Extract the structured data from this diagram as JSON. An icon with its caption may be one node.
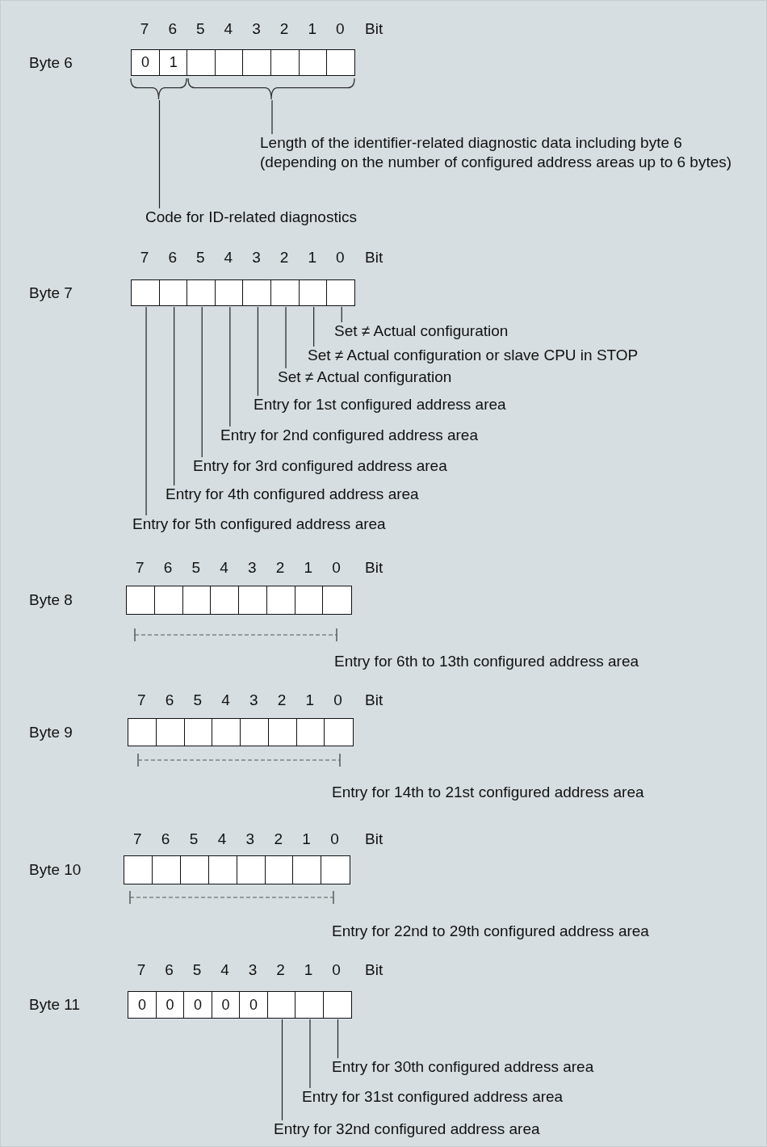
{
  "diagram": {
    "nodes": [
      {
        "text": [
          "0"
        ]
      },
      {
        "text": [
          "1"
        ]
      },
      {
        "text": [],
        "shape": "box"
      },
      {
        "text": [],
        "shape": "box"
      },
      {
        "text": [],
        "shape": "box"
      },
      {
        "text": [],
        "shape": "box"
      },
      {
        "text": [],
        "shape": "box"
      },
      {
        "text": [],
        "shape": "box"
      },
      {
        "text": [],
        "shape": "brace"
      },
      {
        "text": [],
        "shape": "brace"
      },
      {
        "text": [
          "Length of the identifier-related diagnostic data including byte 6 (depending on the number of configured address areas up to 6 bytes)"
        ]
      },
      {
        "text": [
          "Code for ID-related diagnostics"
        ]
      },
      {
        "text": [],
        "shape": "box"
      },
      {
        "text": [],
        "shape": "box"
      },
      {
        "text": [],
        "shape": "box"
      },
      {
        "text": [],
        "shape": "box"
      },
      {
        "text": [],
        "shape": "box"
      },
      {
        "text": [],
        "shape": "box"
      },
      {
        "text": [],
        "shape": "box"
      },
      {
        "text": [],
        "shape": "box"
      },
      {
        "text": [
          "Set ≠ Actual configuration"
        ]
      },
      {
        "text": [
          "Set ≠ Actual configuration or slave CPU in STOP"
        ]
      },
      {
        "text": [
          "Set ≠ Actual configuration"
        ]
      },
      {
        "text": [
          "Entry for 1st configured address area"
        ]
      },
      {
        "text": [
          "Entry for 2nd configured address area"
        ]
      },
      {
        "text": [
          "Entry for 3rd configured address area"
        ]
      },
      {
        "text": [
          "Entry for 4th configured address area"
        ]
      },
      {
        "text": [
          "Entry for 5th configured address area"
        ]
      },
      {
        "text": [],
        "shape": "box"
      },
      {
        "text": [],
        "shape": "box"
      },
      {
        "text": [],
        "shape": "box"
      },
      {
        "text": [],
        "shape": "box"
      },
      {
        "text": [],
        "shape": "box"
      },
      {
        "text": [],
        "shape": "box"
      },
      {
        "text": [],
        "shape": "box"
      },
      {
        "text": [],
        "shape": "box"
      },
      {
        "text": [],
        "shape": "box"
      },
      {
        "text": [],
        "shape": "box"
      },
      {
        "text": [],
        "shape": "box"
      },
      {
        "text": [],
        "shape": "box"
      },
      {
        "text": [],
        "shape": "box"
      },
      {
        "text": [],
        "shape": "box"
      },
      {
        "text": [],
        "shape": "box"
      },
      {
        "text": [],
        "shape": "box"
      },
      {
        "text": [],
        "shape": "box"
      },
      {
        "text": [],
        "shape": "box"
      },
      {
        "text": [],
        "shape": "box"
      },
      {
        "text": [],
        "shape": "box"
      },
      {
        "text": [],
        "shape": "box"
      },
      {
        "text": [],
        "shape": "box"
      },
      {
        "text": [],
        "shape": "box"
      },
      {
        "text": [],
        "shape": "box"
      },
      {
        "text": [
          "0"
        ]
      },
      {
        "text": [
          "0"
        ]
      },
      {
        "text": [
          "0"
        ]
      },
      {
        "text": [
          "0"
        ]
      },
      {
        "text": [
          "0"
        ]
      },
      {
        "text": [],
        "shape": "box"
      },
      {
        "text": [],
        "shape": "box"
      },
      {
        "text": [],
        "shape": "box"
      },
      {
        "text": [
          "Entry for 30th configured address area"
        ]
      },
      {
        "text": [
          "Entry for 31st configured address area"
        ]
      },
      {
        "text": [
          "Entry for 32nd configured address area"
        ]
      }
    ],
    "edges": [
      {
        "from": 10,
        "to": 9,
        "arrow": "none"
      },
      {
        "from": 11,
        "to": 8,
        "arrow": "none"
      },
      {
        "from": 20,
        "to": 19,
        "arrow": "none"
      },
      {
        "from": 21,
        "to": 18,
        "arrow": "none"
      },
      {
        "from": 22,
        "to": 17,
        "arrow": "none"
      },
      {
        "from": 23,
        "to": 16,
        "arrow": "none"
      },
      {
        "from": 24,
        "to": 15,
        "arrow": "none"
      },
      {
        "from": 25,
        "to": 14,
        "arrow": "none"
      },
      {
        "from": 26,
        "to": 13,
        "arrow": "none"
      },
      {
        "from": 27,
        "to": 12,
        "arrow": "none"
      },
      {
        "from": 60,
        "to": 59,
        "arrow": "none"
      },
      {
        "from": 61,
        "to": 58,
        "arrow": "none"
      },
      {
        "from": 62,
        "to": 57,
        "arrow": "none"
      }
    ],
    "labels": [
      "7",
      "6",
      "5",
      "4",
      "3",
      "2",
      "1",
      "0",
      "Bit",
      "Byte 6",
      "7",
      "6",
      "5",
      "4",
      "3",
      "2",
      "1",
      "0",
      "Bit",
      "Byte 7",
      "7",
      "6",
      "5",
      "4",
      "3",
      "2",
      "1",
      "0",
      "Bit",
      "Byte 8",
      "Entry for 6th to 13th configured address area",
      "7",
      "6",
      "5",
      "4",
      "3",
      "2",
      "1",
      "0",
      "Bit",
      "Byte 9",
      "Entry for 14th to 21st configured address area",
      "7",
      "6",
      "5",
      "4",
      "3",
      "2",
      "1",
      "0",
      "Bit",
      "Byte 10",
      "Entry for 22nd to 29th configured address area",
      "7",
      "6",
      "5",
      "4",
      "3",
      "2",
      "1",
      "0",
      "Bit",
      "Byte 11"
    ]
  }
}
